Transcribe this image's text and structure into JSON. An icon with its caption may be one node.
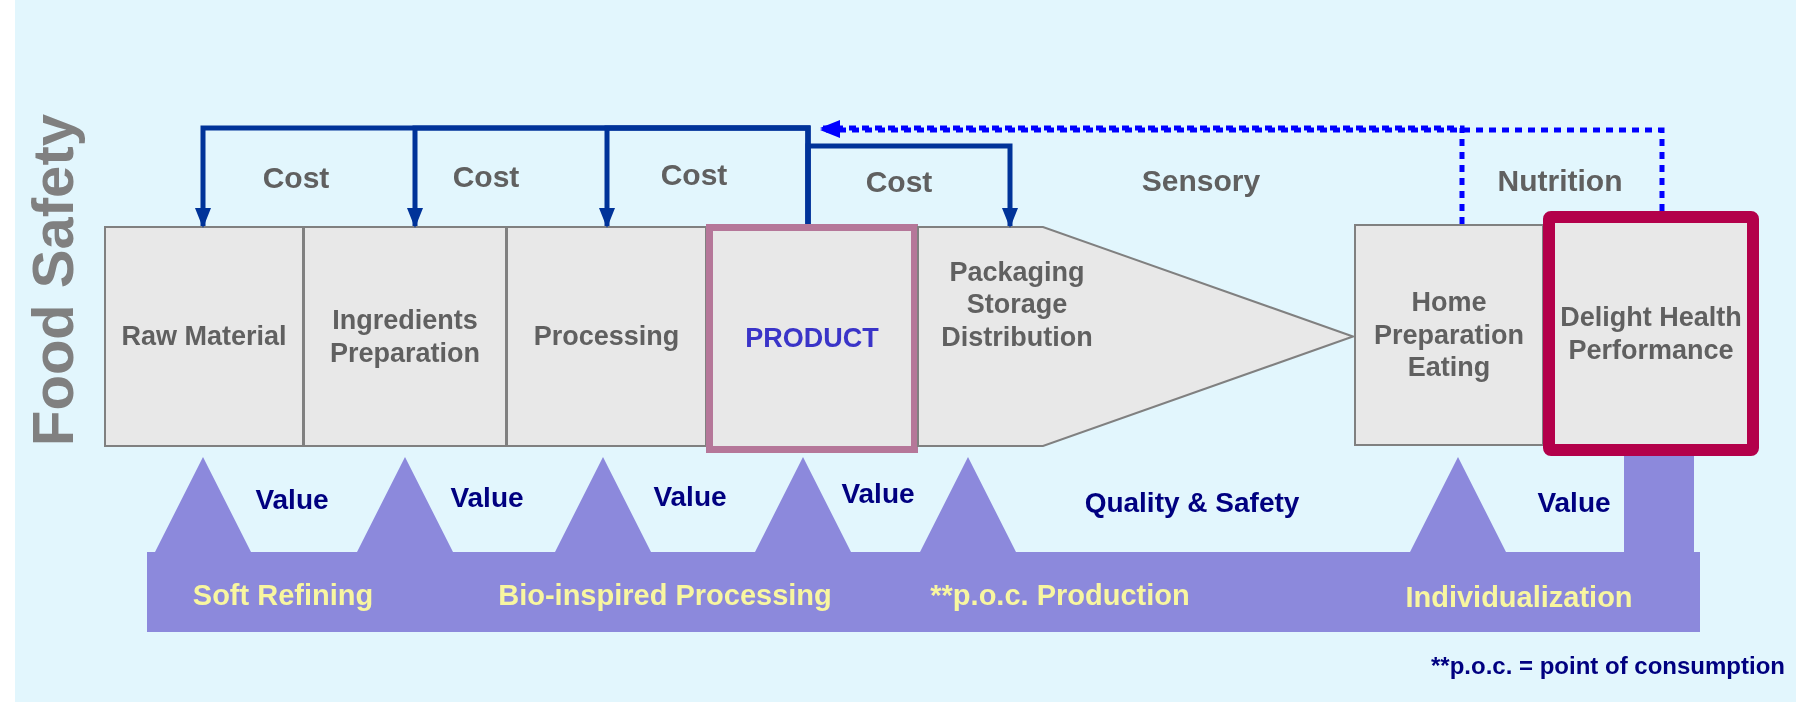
{
  "diagram": {
    "nodes": [
      {
        "text": [
          "Raw Material"
        ]
      },
      {
        "text": [
          "Ingredients Preparation"
        ]
      },
      {
        "text": [
          "Processing"
        ]
      },
      {
        "text": [
          "PRODUCT"
        ]
      },
      {
        "text": [
          "Packaging Storage Distribution"
        ]
      },
      {
        "text": [
          "Home Preparation Eating"
        ]
      },
      {
        "text": [
          "Delight Health Performance"
        ]
      },
      {
        "text": [
          "Soft Refining",
          "Bio-inspired Processing",
          "**p.o.c. Production",
          "Individualization"
        ]
      }
    ],
    "edges": [
      {
        "from": 3,
        "to": 0,
        "arrow": "to"
      },
      {
        "from": 3,
        "to": 1,
        "arrow": "to"
      },
      {
        "from": 3,
        "to": 2,
        "arrow": "to"
      },
      {
        "from": 3,
        "to": 4,
        "arrow": "to"
      },
      {
        "from": 5,
        "to": 3,
        "arrow": "to",
        "style": "dashed",
        "color": "#0000ff"
      },
      {
        "from": 6,
        "to": 3,
        "arrow": "to",
        "style": "dashed",
        "color": "#0000ff"
      }
    ],
    "labels": [
      "Food Safety",
      "Cost",
      "Cost",
      "Cost",
      "Cost",
      "Sensory",
      "Nutrition",
      "Value",
      "Value",
      "Value",
      "Value",
      "Quality & Safety",
      "Value",
      "**p.o.c. = point of consumption"
    ]
  }
}
